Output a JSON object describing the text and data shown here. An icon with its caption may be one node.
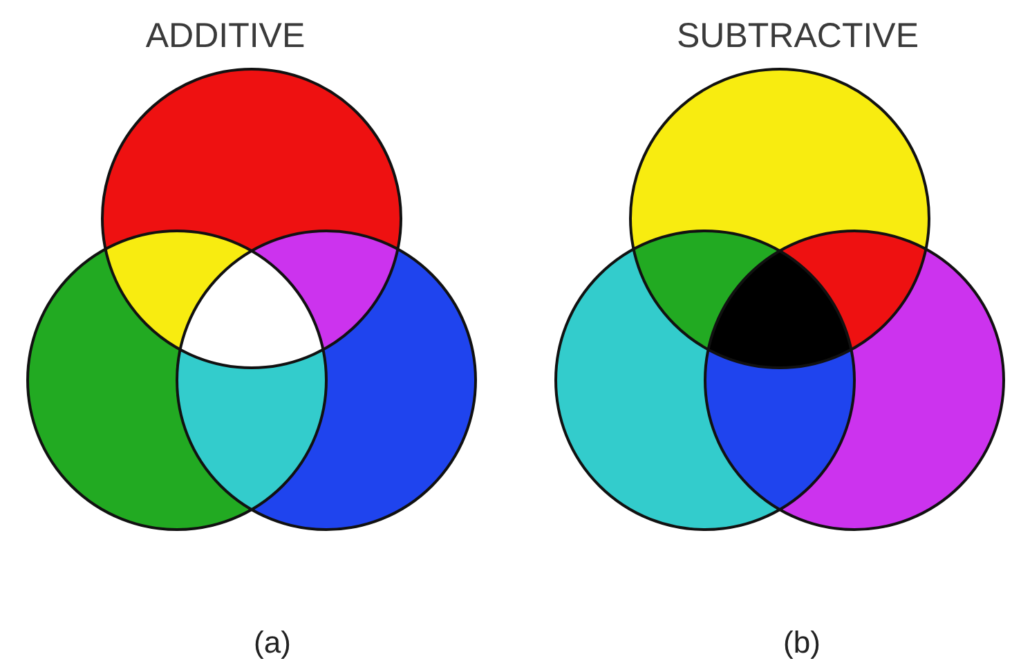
{
  "diagram": {
    "labels": [
      "ADDITIVE",
      "SUBTRACTIVE",
      "(a)",
      "(b)"
    ]
  }
}
